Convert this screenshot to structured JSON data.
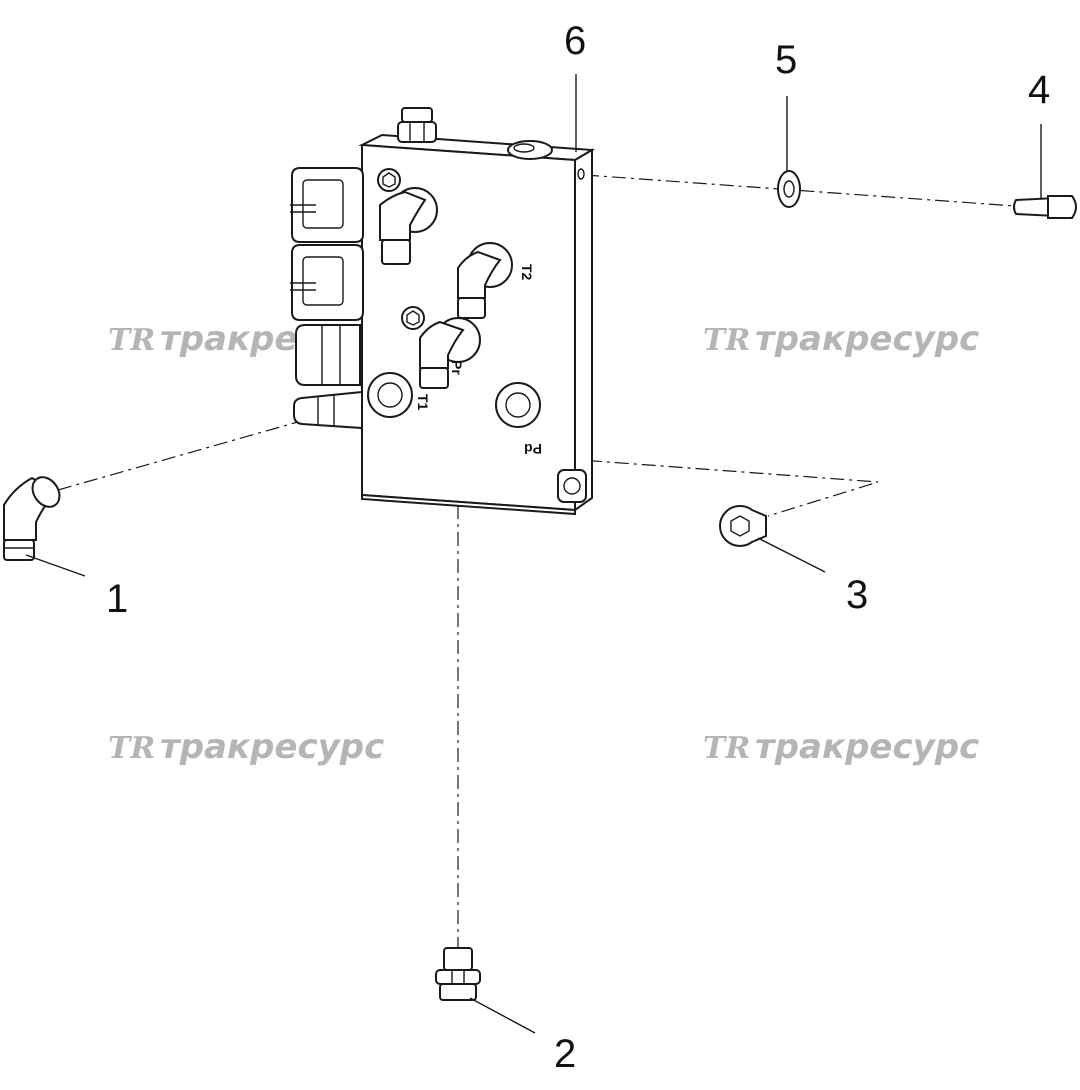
{
  "callouts": [
    {
      "id": "1",
      "label": "1"
    },
    {
      "id": "2",
      "label": "2"
    },
    {
      "id": "3",
      "label": "3"
    },
    {
      "id": "4",
      "label": "4"
    },
    {
      "id": "5",
      "label": "5"
    },
    {
      "id": "6",
      "label": "6"
    }
  ],
  "port_labels": {
    "t1": "T1",
    "t2": "T2",
    "pr": "Pr",
    "pd": "Pd"
  },
  "watermark": {
    "logo": "TR",
    "text": "тракресурс",
    "color": "#b5b5b5"
  },
  "colors": {
    "line": "#1a1a1a",
    "background": "#ffffff"
  }
}
